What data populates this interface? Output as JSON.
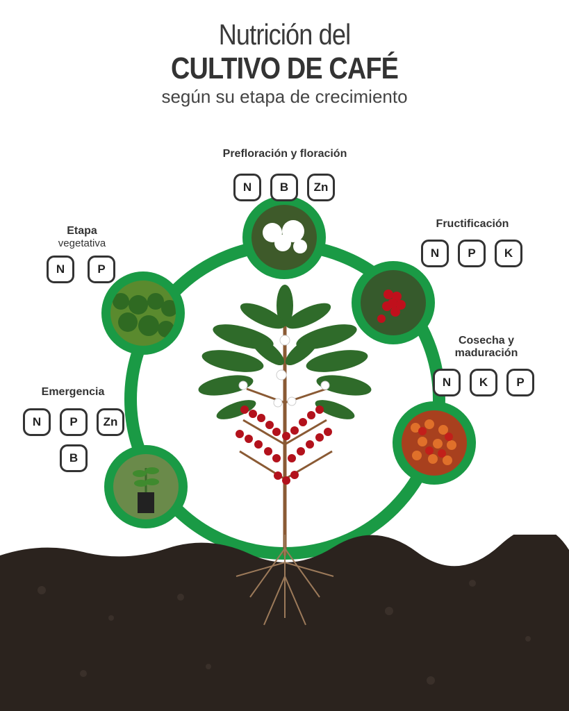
{
  "header": {
    "line1": "Nutrición del",
    "line2": "CULTIVO DE CAFÉ",
    "line3": "según su etapa de crecimiento"
  },
  "stages": [
    {
      "id": "prefloracion",
      "label": "Prefloración y floración",
      "nutrients": [
        "N",
        "B",
        "Zn"
      ],
      "photo": "coffee-flowers"
    },
    {
      "id": "fructificacion",
      "label": "Fructificación",
      "nutrients": [
        "N",
        "P",
        "K"
      ],
      "photo": "red-cherries"
    },
    {
      "id": "cosecha",
      "label": "Cosecha y",
      "label2": "maduración",
      "nutrients": [
        "N",
        "K",
        "P"
      ],
      "photo": "harvested-cherries"
    },
    {
      "id": "vegetativa",
      "label": "Etapa",
      "label2": "vegetativa",
      "nutrients": [
        "N",
        "P"
      ],
      "photo": "coffee-field"
    },
    {
      "id": "emergencia",
      "label": "Emergencia",
      "nutrients": [
        "N",
        "P",
        "Zn",
        "B"
      ],
      "photo": "seedling"
    }
  ],
  "colors": {
    "ring": "#1a9a45",
    "soil": "#2b231e",
    "cherry": "#b3121c",
    "leaf": "#2f6b2a"
  }
}
